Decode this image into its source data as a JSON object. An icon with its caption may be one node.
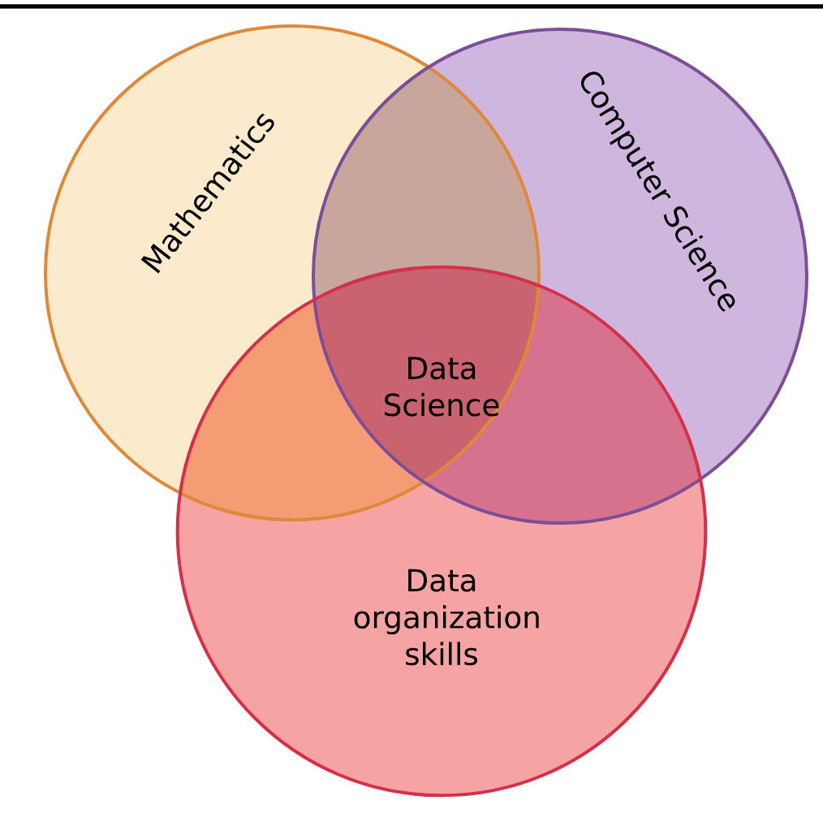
{
  "diagram": {
    "nodes": [
      {
        "text": [
          "Mathematics"
        ]
      },
      {
        "text": [
          "Computer Science"
        ]
      },
      {
        "text": [
          "Data organization skills"
        ]
      }
    ],
    "labels": [
      "Data Science"
    ]
  }
}
